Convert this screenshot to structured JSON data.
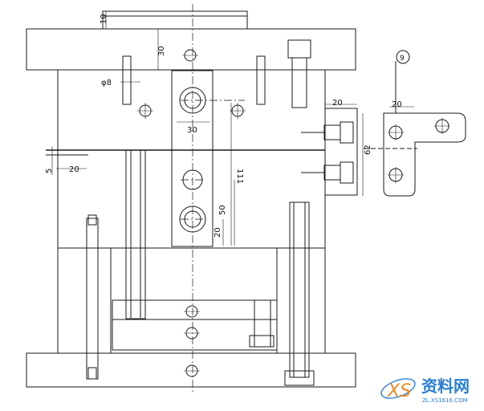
{
  "dimensions": {
    "top_10": "10",
    "top_30": "30",
    "phi8": "φ8",
    "center_30": "30",
    "right_20_a": "20",
    "right_20_b": "20",
    "right_62": "62",
    "left_5": "5",
    "left_20": "20",
    "vertical_111": "111",
    "vertical_50": "50",
    "vertical_20": "20"
  },
  "callout": {
    "number": "9"
  },
  "watermark": {
    "logo_letters": "XS",
    "site_name": "资料网",
    "url": "ZL.XS1616.COM"
  },
  "colors": {
    "line": "#1a1a1a",
    "watermark_blue": "#2a7fd6",
    "watermark_orange": "#f08a24"
  }
}
